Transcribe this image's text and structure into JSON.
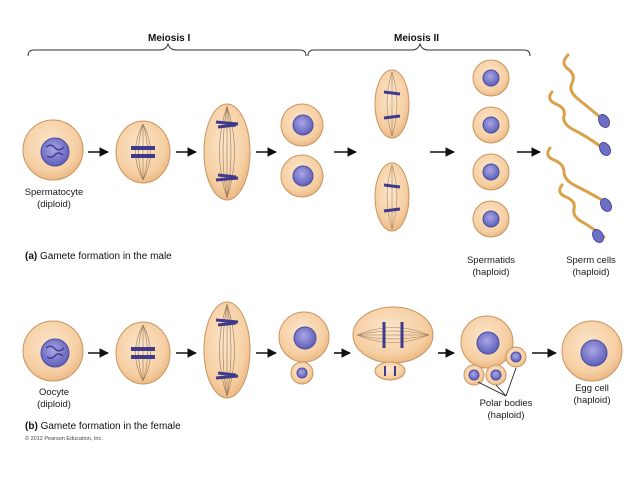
{
  "headers": {
    "meiosis1": "Meiosis I",
    "meiosis2": "Meiosis II"
  },
  "male": {
    "start_label_1": "Spermatocyte",
    "start_label_2": "(diploid)",
    "spermatids_label_1": "Spermatids",
    "spermatids_label_2": "(haploid)",
    "sperm_label_1": "Sperm cells",
    "sperm_label_2": "(haploid)",
    "caption_letter": "(a)",
    "caption_text": "Gamete formation in the male"
  },
  "female": {
    "start_label_1": "Oocyte",
    "start_label_2": "(diploid)",
    "polar_label_1": "Polar bodies",
    "polar_label_2": "(haploid)",
    "egg_label_1": "Egg cell",
    "egg_label_2": "(haploid)",
    "caption_letter": "(b)",
    "caption_text": "Gamete formation in the female"
  },
  "copyright": "© 2012 Pearson Education, Inc.",
  "colors": {
    "cell_fill": "#f7d3ac",
    "cell_stroke": "#c9955f",
    "nucleus": "#6c6fc4",
    "chromosome": "#3f3a8c",
    "spindle": "#9a7a55",
    "arrow": "#111111",
    "sperm_tail": "#d9a24a"
  }
}
